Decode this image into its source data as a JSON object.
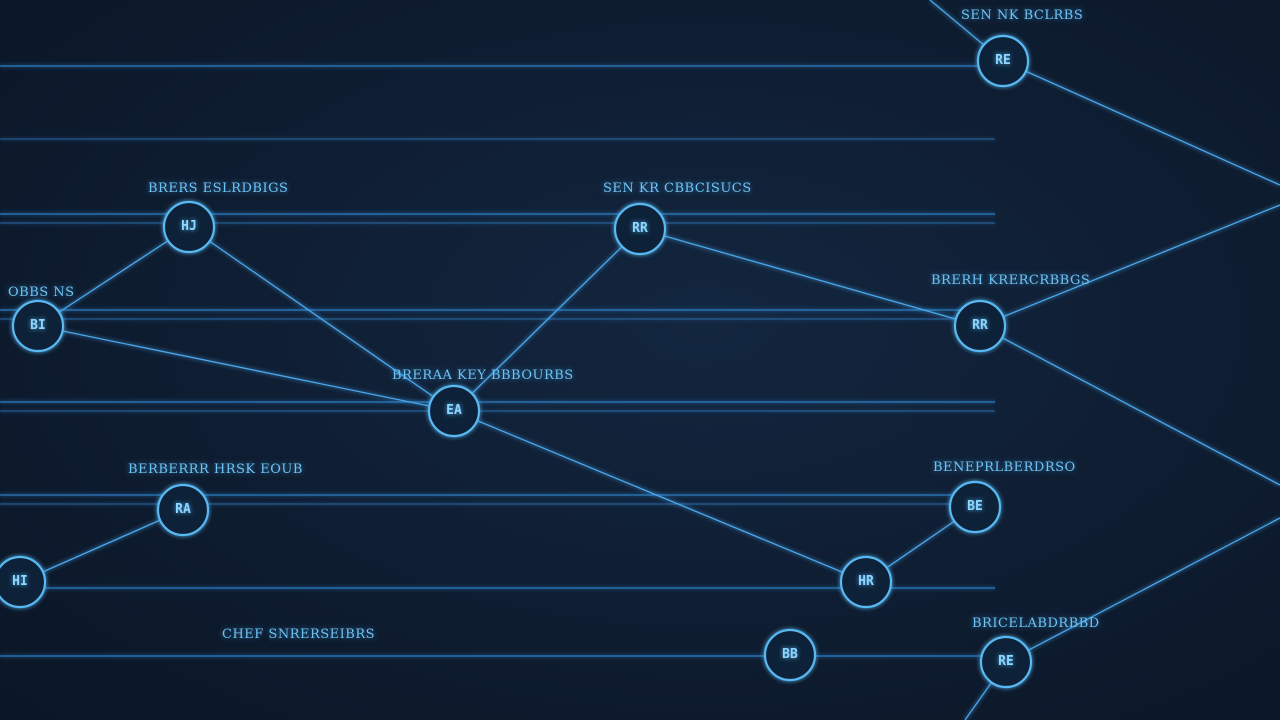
{
  "colors": {
    "background": "#0f1e33",
    "line": "#3f9be0",
    "node": "#58b8f2",
    "label": "#6fc3f2"
  },
  "nodes": [
    {
      "id": "n1",
      "label": "SEN NK BCLRBS",
      "glyph": "RE"
    },
    {
      "id": "n2",
      "label": "BRERS ESLRDBIGS",
      "glyph": "HJ"
    },
    {
      "id": "n3",
      "label": "SEN KR CBBCISUCS",
      "glyph": "RR"
    },
    {
      "id": "n4",
      "label": "OBBS NS",
      "glyph": "BI"
    },
    {
      "id": "n5",
      "label": "BRERH KRERCRBBGS",
      "glyph": "RR"
    },
    {
      "id": "n6",
      "label": "BRERAA KEY BBBOURBS",
      "glyph": "EA"
    },
    {
      "id": "n7",
      "label": "BERBERRR HRSK EOUB",
      "glyph": "RA"
    },
    {
      "id": "n8",
      "label": "BENEPRLBERDRSO",
      "glyph": "BE"
    },
    {
      "id": "n9",
      "label": "",
      "glyph": "HI"
    },
    {
      "id": "n10",
      "label": "",
      "glyph": "HR"
    },
    {
      "id": "n11",
      "label": "",
      "glyph": "BB"
    },
    {
      "id": "n12",
      "label": "BRICELABDRBBD",
      "glyph": "RE"
    }
  ],
  "standalone_labels": [
    {
      "id": "t1",
      "text": "CHEF SNRERSEIBRS"
    }
  ]
}
